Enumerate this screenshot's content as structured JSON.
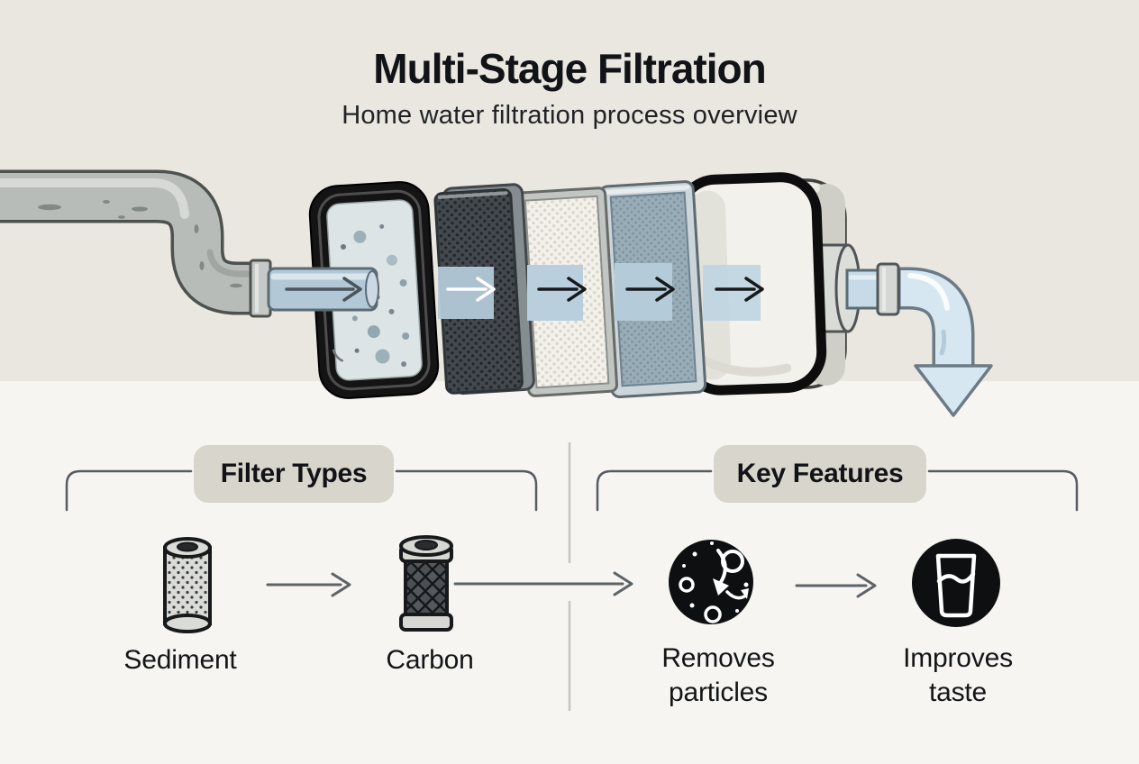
{
  "header": {
    "title": "Multi-Stage Filtration",
    "subtitle": "Home water filtration process overview"
  },
  "groups": {
    "filter_types": {
      "label": "Filter Types",
      "items": [
        {
          "icon": "sediment-filter-icon",
          "label": "Sediment"
        },
        {
          "icon": "carbon-filter-icon",
          "label": "Carbon"
        }
      ]
    },
    "key_features": {
      "label": "Key Features",
      "items": [
        {
          "icon": "particles-removal-icon",
          "label": "Removes particles"
        },
        {
          "icon": "water-glass-icon",
          "label": "Improves taste"
        }
      ]
    }
  },
  "diagram": {
    "flow_icons": [
      "inlet-pipe",
      "sediment-chamber-filter",
      "carbon-mesh-filter",
      "fine-mesh-filter",
      "membrane-mesh-filter",
      "filter-housing",
      "outflow-water-arrow"
    ]
  },
  "colors": {
    "background_top": "#e9e7e0",
    "background_bottom": "#f6f5f1",
    "pill_background": "#d8d5cc",
    "text": "#121317",
    "water_blue": "#b8cedc",
    "outflow_blue": "#d6e7f2",
    "line_gray": "#5a6065",
    "divider_gray": "#c6c6c1",
    "icon_black": "#0e0f10"
  }
}
